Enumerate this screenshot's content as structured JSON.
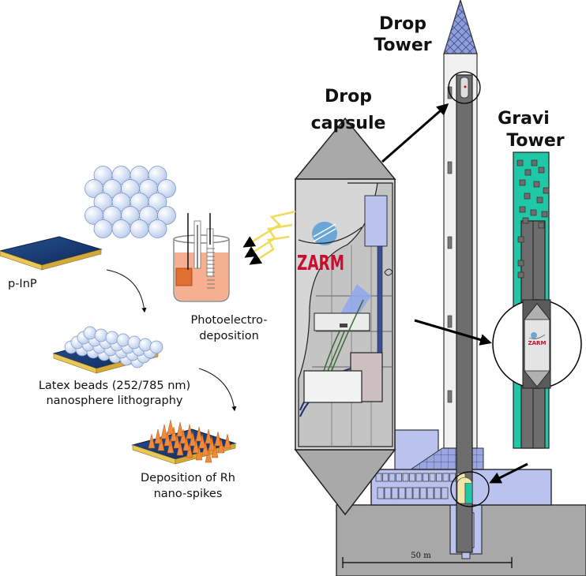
{
  "labels": {
    "drop_tower_line1": "Drop",
    "drop_tower_line2": "Tower",
    "drop_capsule_line1": "Drop",
    "drop_capsule_line2": "capsule",
    "gravi_tower_line1": "Gravi",
    "gravi_tower_line2": "Tower",
    "pinp": "p-InP",
    "photo_line1": "Photoelectro-",
    "photo_line2": "deposition",
    "latex_line1": "Latex beads (252/785 nm)",
    "latex_line2": "nanosphere lithography",
    "rh_line1": "Deposition of Rh",
    "rh_line2": "nano-spikes",
    "logo_capsule": "ZARM",
    "logo_gravi": "ZARM",
    "scale": "50 m"
  },
  "colors": {
    "tower_gray": "#6d6d6d",
    "tower_light": "#f0f0f0",
    "gravi_teal": "#20c8a8",
    "lavender": "#b9c3ee",
    "ground": "#a8a8a8",
    "wafer_blue": "#1b3f7a",
    "wafer_gold": "#e8c75a",
    "electrolyte": "#f4a27e",
    "spike_orange": "#f28a3a",
    "logo_red": "#c8102e",
    "lightning": "#f0dc58"
  },
  "icons": [
    "arrow-icon",
    "lightning-icon",
    "zarm-logo-icon"
  ]
}
